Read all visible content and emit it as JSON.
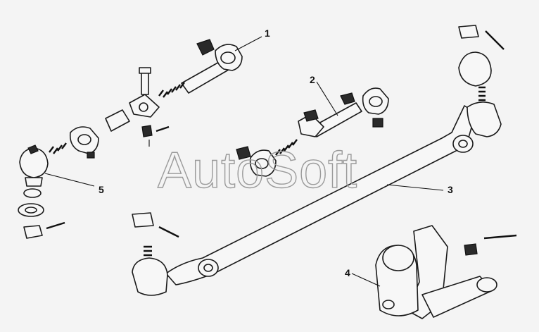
{
  "diagram": {
    "watermark": "AutoSoft",
    "callouts": [
      "1",
      "2",
      "3",
      "4",
      "5"
    ]
  }
}
